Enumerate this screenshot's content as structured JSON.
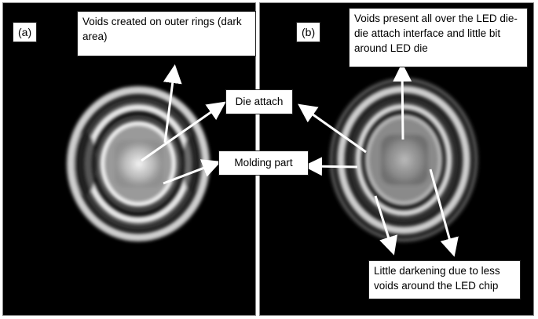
{
  "panels": {
    "a": {
      "tag": "(a)"
    },
    "b": {
      "tag": "(b)"
    }
  },
  "annotations": {
    "voids_outer": "Voids created on outer rings (dark area)",
    "die_attach": "Die attach",
    "molding_part": "Molding part",
    "voids_all_over": "Voids present all over the LED die- die attach interface and little bit around LED die",
    "little_darkening": "Little darkening due to less voids around the LED chip"
  }
}
